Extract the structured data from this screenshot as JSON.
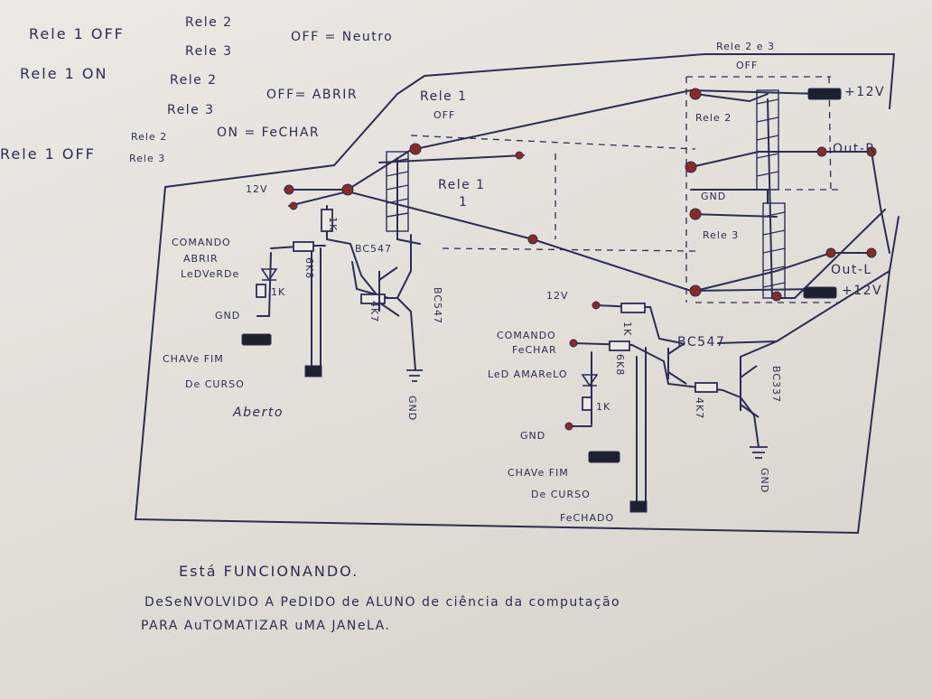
{
  "legend": {
    "l1_a": "Rele 1 OFF",
    "l1_b": "Rele 2",
    "l1_c": "Rele 3",
    "l1_state": "OFF = Neutro",
    "l2_a": "Rele 1 ON",
    "l2_b": "Rele 2",
    "l2_c": "Rele 3",
    "l2_state": "OFF= ABRIR",
    "l3_a": "Rele 1 OFF",
    "l3_b": "Rele 2",
    "l3_c": "Rele 3",
    "l3_state": "ON = FeCHAR"
  },
  "relay1": {
    "title": "Rele 1",
    "state": "OFF",
    "coil": "Rele 1"
  },
  "relays23": {
    "title": "Rele 2 e 3",
    "state": "OFF",
    "rele2": "Rele 2",
    "rele3": "Rele 3",
    "gnd": "GND"
  },
  "outputs": {
    "plus12_top": "+12V",
    "out_r": "Out-R",
    "out_l": "Out-L",
    "plus12_bottom": "+12V"
  },
  "left_circuit": {
    "v12": "12V",
    "r1k_top": "1K",
    "comando": "COMANDO",
    "abrir": "ABRIR",
    "led": "LeDVeRDe",
    "r1k": "1K",
    "r6k8": "6K8",
    "gnd": "GND",
    "transistor": "BC547",
    "r4k7": "4K7",
    "transistor_vertical": "BC547",
    "gnd_vertical": "GND",
    "chave_1": "CHAVe FIM",
    "chave_2": "De CURSO",
    "chave_3": "Aberto"
  },
  "right_circuit": {
    "v12": "12V",
    "comando": "COMANDO",
    "fechar": "FeCHAR",
    "led": "LeD AMAReLO",
    "r1k_top": "1K",
    "r6k8": "6K8",
    "r1k": "1K",
    "gnd": "GND",
    "transistor1": "BC547",
    "r4k7": "4K7",
    "transistor2": "BC337",
    "gnd_vertical": "GND",
    "chave_1": "CHAVe FIM",
    "chave_2": "De CURSO",
    "chave_3": "FeCHADO"
  },
  "notes": {
    "status": "Está FUNCIONANDO.",
    "desc_1": "DeSeNVOLVIDO A PeDIDO de ALUNO de ciência da computação",
    "desc_2": "PARA AuTOMATIZAR uMA JANeLA."
  },
  "colors": {
    "ink": "#2a2d55",
    "paper": "#e8e5df",
    "contact": "#8b2a22"
  }
}
